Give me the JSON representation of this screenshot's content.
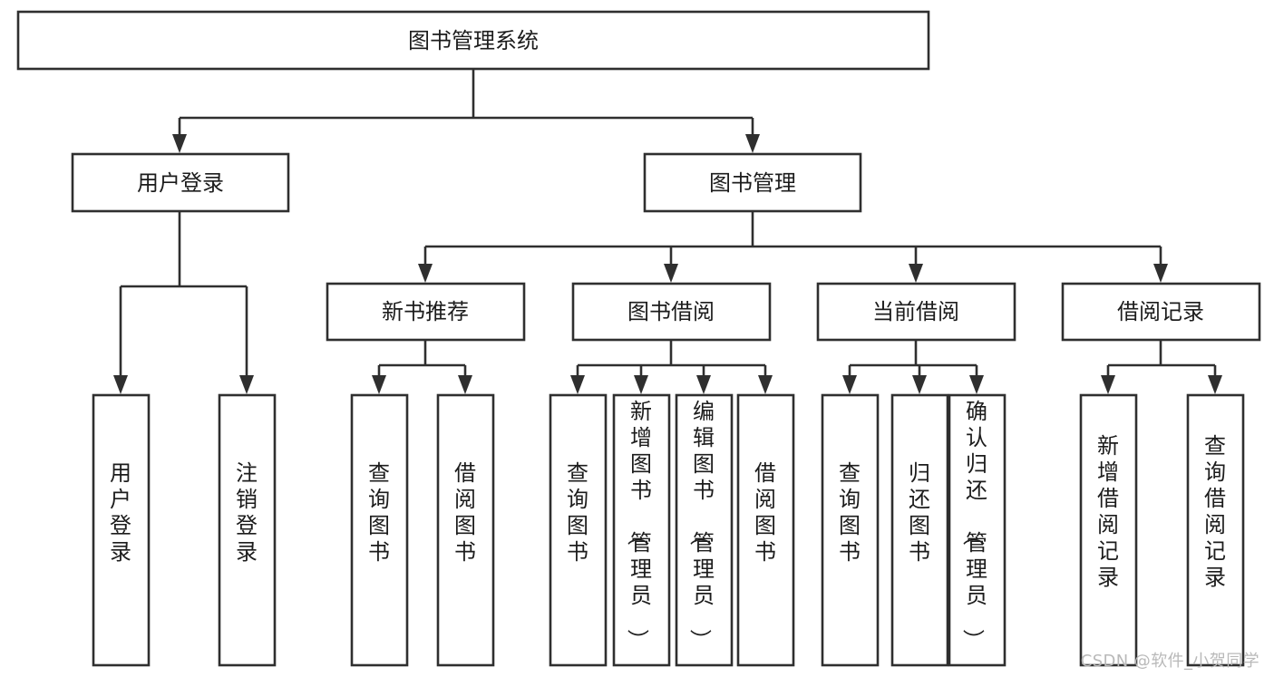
{
  "diagram": {
    "type": "tree-hierarchy-flowchart",
    "title": "图书管理系统",
    "orientation": "top-down",
    "box_fill": "#ffffff",
    "box_stroke": "#2f2f2f",
    "text_color": "#1c1c1c"
  },
  "nodes": {
    "root": {
      "label": "图书管理系统",
      "level": 1,
      "orientation": "horizontal"
    },
    "level2": [
      {
        "label": "用户登录",
        "orientation": "horizontal"
      },
      {
        "label": "图书管理",
        "orientation": "horizontal"
      }
    ],
    "level3": [
      {
        "label": "新书推荐",
        "orientation": "horizontal",
        "parent": "图书管理"
      },
      {
        "label": "图书借阅",
        "orientation": "horizontal",
        "parent": "图书管理"
      },
      {
        "label": "当前借阅",
        "orientation": "horizontal",
        "parent": "图书管理"
      },
      {
        "label": "借阅记录",
        "orientation": "horizontal",
        "parent": "图书管理"
      }
    ],
    "leaves": [
      {
        "label": "用户登录",
        "orientation": "vertical",
        "parent": "用户登录"
      },
      {
        "label": "注销登录",
        "orientation": "vertical",
        "parent": "用户登录"
      },
      {
        "label": "查询图书",
        "orientation": "vertical",
        "parent": "新书推荐"
      },
      {
        "label": "借阅图书",
        "orientation": "vertical",
        "parent": "新书推荐"
      },
      {
        "label": "查询图书",
        "orientation": "vertical",
        "parent": "图书借阅"
      },
      {
        "label": "新增图书（管理员）",
        "orientation": "vertical",
        "parent": "图书借阅"
      },
      {
        "label": "编辑图书（管理员）",
        "orientation": "vertical",
        "parent": "图书借阅"
      },
      {
        "label": "借阅图书",
        "orientation": "vertical",
        "parent": "图书借阅"
      },
      {
        "label": "查询图书",
        "orientation": "vertical",
        "parent": "当前借阅"
      },
      {
        "label": "归还图书",
        "orientation": "vertical",
        "parent": "当前借阅"
      },
      {
        "label": "确认归还（管理员）",
        "orientation": "vertical",
        "parent": "当前借阅"
      },
      {
        "label": "新增借阅记录",
        "orientation": "vertical",
        "parent": "借阅记录"
      },
      {
        "label": "查询借阅记录",
        "orientation": "vertical",
        "parent": "借阅记录"
      }
    ]
  },
  "watermark": {
    "text": "CSDN @软件_小贺同学"
  }
}
